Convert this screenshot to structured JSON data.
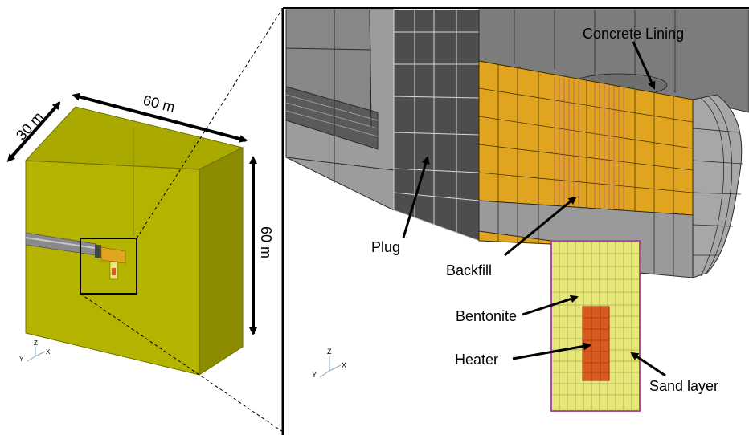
{
  "left_model": {
    "dim_depth": "30 m",
    "dim_width": "60 m",
    "dim_height": "60 m",
    "axes": {
      "y": "Y",
      "z": "Z",
      "x": "X"
    }
  },
  "zoom_view": {
    "labels": {
      "concrete_lining": "Concrete Lining",
      "plug": "Plug",
      "backfill": "Backfill",
      "bentonite": "Bentonite",
      "heater": "Heater",
      "sand_layer": "Sand layer"
    },
    "axes": {
      "y": "Y",
      "z": "Z",
      "x": "X"
    }
  },
  "colors": {
    "rock_front": "#b3b300",
    "rock_top": "#a8a800",
    "rock_side": "#8c8c00",
    "backfill": "#e0a41e",
    "bentonite": "#e8e87a",
    "heater": "#d95a1e",
    "sand": "#b04aa0",
    "plug": "#555555",
    "concrete": "#8f8f8f",
    "tunnel_gray": "#9a9a9a"
  }
}
